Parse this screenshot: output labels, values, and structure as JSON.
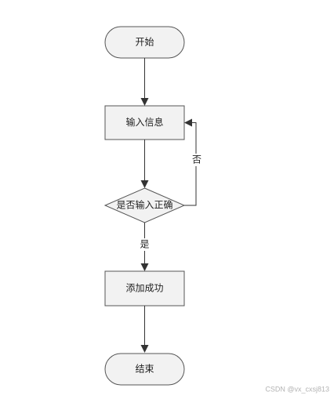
{
  "diagram": {
    "nodes": {
      "start": {
        "label": "开始",
        "shape": "terminator"
      },
      "input": {
        "label": "输入信息",
        "shape": "process"
      },
      "check": {
        "label": "是否输入正确",
        "shape": "decision"
      },
      "success": {
        "label": "添加成功",
        "shape": "process"
      },
      "end": {
        "label": "结束",
        "shape": "terminator"
      }
    },
    "edges": {
      "no_label": "否",
      "yes_label": "是"
    },
    "colors": {
      "fill": "#f2f2f2",
      "stroke": "#555555",
      "arrow": "#333333"
    }
  },
  "watermark": "CSDN @vx_cxsj813"
}
